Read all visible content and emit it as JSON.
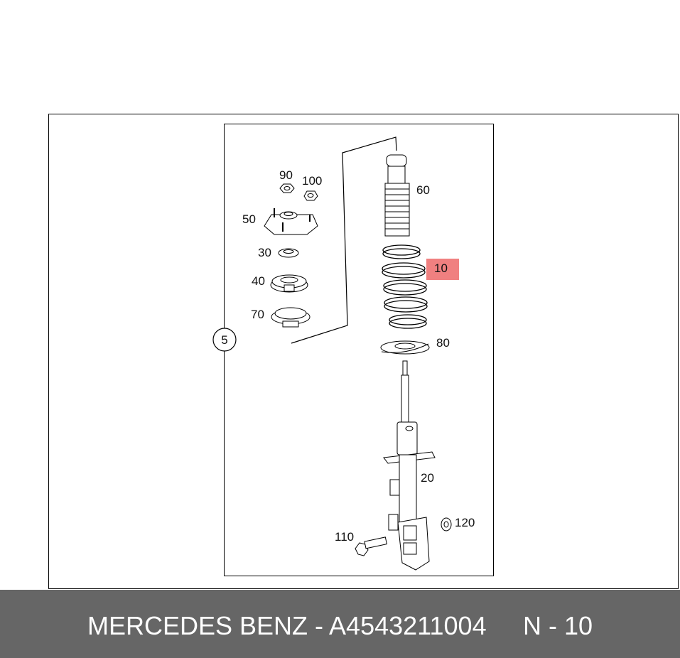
{
  "callouts": {
    "assembly": "5",
    "p10": "10",
    "p20": "20",
    "p30": "30",
    "p40": "40",
    "p50": "50",
    "p60": "60",
    "p70": "70",
    "p80": "80",
    "p90": "90",
    "p100": "100",
    "p110": "110",
    "p120": "120"
  },
  "highlight": {
    "part": "10",
    "color": "#f08080"
  },
  "footer": {
    "brand_part": "MERCEDES BENZ - A4543211004",
    "position": "N - 10"
  }
}
